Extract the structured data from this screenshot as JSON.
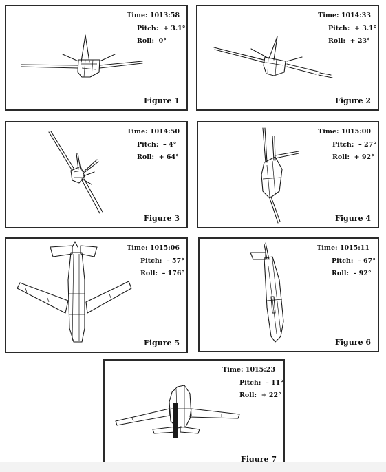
{
  "figures": [
    {
      "label": "Time:",
      "time": "1013:58",
      "pitch_label": "Pitch:",
      "pitch": "+ 3.1°",
      "roll_label": "Roll:",
      "roll": "0°",
      "caption": "Figure 1"
    },
    {
      "label": "Time:",
      "time": "1014:33",
      "pitch_label": "Pitch:",
      "pitch": "+ 3.1°",
      "roll_label": "Roll:",
      "roll": "+ 23°",
      "caption": "Figure 2"
    },
    {
      "label": "Time:",
      "time": "1014:50",
      "pitch_label": "Pitch:",
      "pitch": "– 4°",
      "roll_label": "Roll:",
      "roll": "+ 64°",
      "caption": "Figure 3"
    },
    {
      "label": "Time:",
      "time": "1015:00",
      "pitch_label": "Pitch:",
      "pitch": "– 27°",
      "roll_label": "Roll:",
      "roll": "+ 92°",
      "caption": "Figure 4"
    },
    {
      "label": "Time:",
      "time": "1015:06",
      "pitch_label": "Pitch:",
      "pitch": "– 57°",
      "roll_label": "Roll:",
      "roll": "– 176°",
      "caption": "Figure 5"
    },
    {
      "label": "Time:",
      "time": "1015:11",
      "pitch_label": "Pitch:",
      "pitch": "– 67°",
      "roll_label": "Roll:",
      "roll": "– 92°",
      "caption": "Figure 6"
    },
    {
      "label": "Time:",
      "time": "1015:23",
      "pitch_label": "Pitch:",
      "pitch": "– 11°",
      "roll_label": "Roll:",
      "roll": "+ 22°",
      "caption": "Figure 7"
    }
  ]
}
